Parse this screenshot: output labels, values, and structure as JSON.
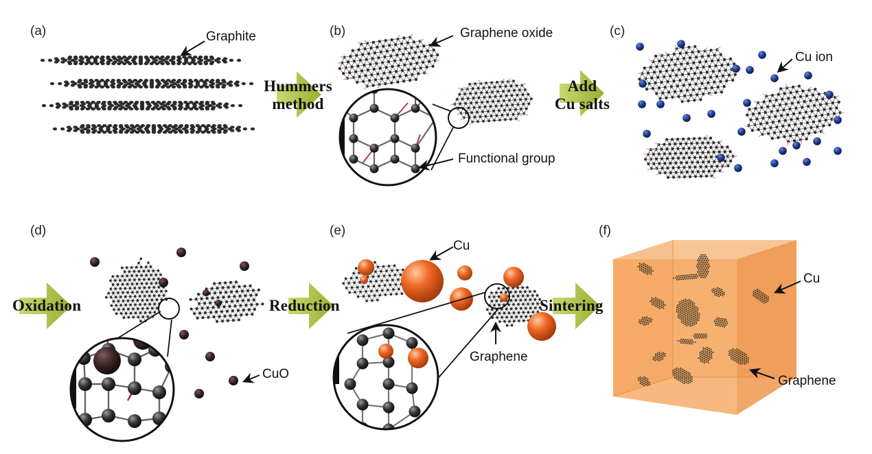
{
  "panels": {
    "a": {
      "label": "(a)",
      "callout": "Graphite"
    },
    "b": {
      "label": "(b)",
      "callout_top": "Graphene oxide",
      "callout_bottom": "Functional group"
    },
    "c": {
      "label": "(c)",
      "callout": "Cu ion"
    },
    "d": {
      "label": "(d)",
      "callout": "CuO"
    },
    "e": {
      "label": "(e)",
      "callout_top": "Cu",
      "callout_bottom": "Graphene"
    },
    "f": {
      "label": "(f)",
      "callout_top": "Cu",
      "callout_bottom": "Graphene"
    }
  },
  "steps": {
    "hummers": {
      "line1": "Hummers",
      "line2": "method"
    },
    "add_cu": {
      "line1": "Add",
      "line2": "Cu salts"
    },
    "oxidation": {
      "label": "Oxidation"
    },
    "reduction": {
      "label": "Reduction"
    },
    "sintering": {
      "label": "Sintering"
    }
  },
  "colors": {
    "arrow": "#a8c040",
    "carbon": "#2b2b2b",
    "oxygen_group": "#e0a0a8",
    "cu_ion": "#1f3a8a",
    "cuo": "#2a1c1c",
    "cu": "#e86a2a",
    "cube": "#f5a55c"
  }
}
